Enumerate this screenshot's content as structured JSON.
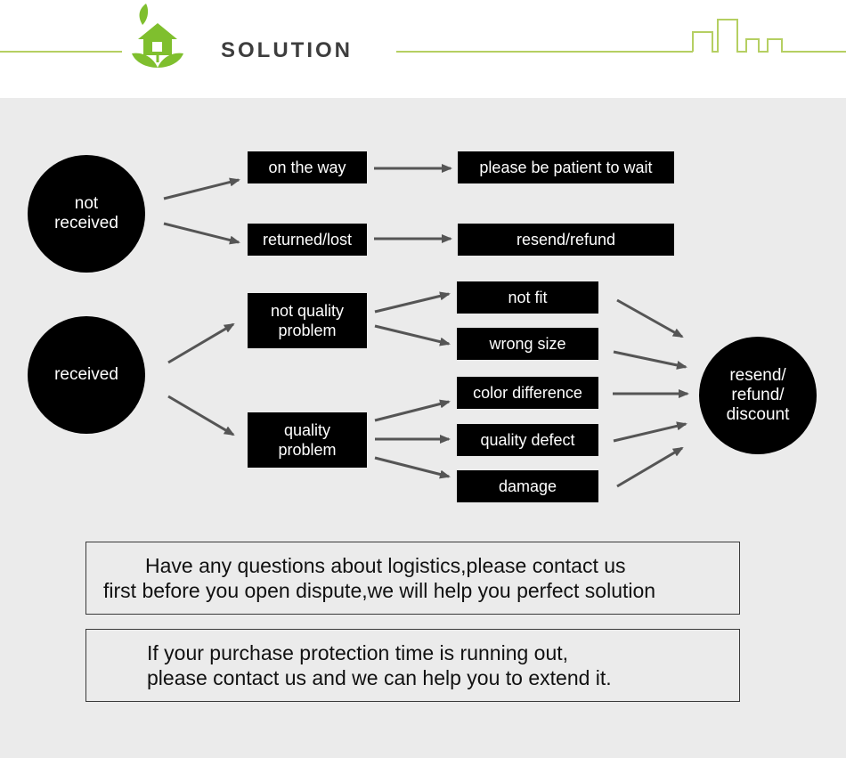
{
  "header": {
    "title": "SOLUTION",
    "logo_icon": "house-leaf-icon"
  },
  "colors": {
    "accent_green": "#b5cf62",
    "logo_green": "#7fbf2e",
    "arrow": "#555555",
    "box": "#000000"
  },
  "diagram": {
    "not_received": "not\nreceived",
    "received": "received",
    "on_the_way": "on the way",
    "returned_lost": "returned/lost",
    "please_wait": "please be patient to wait",
    "resend_refund": "resend/refund",
    "not_quality": "not quality\nproblem",
    "quality": "quality\nproblem",
    "not_fit": "not fit",
    "wrong_size": "wrong size",
    "color_difference": "color difference",
    "quality_defect": "quality defect",
    "damage": "damage",
    "resend_refund_discount": "resend/\nrefund/\ndiscount"
  },
  "notices": {
    "logistics_line1": "Have any questions about logistics,please contact us",
    "logistics_line2": "first before you open dispute,we will help you perfect solution",
    "protection_line1": "If your purchase protection time is running out,",
    "protection_line2": "please contact us and we can help you to extend it."
  }
}
